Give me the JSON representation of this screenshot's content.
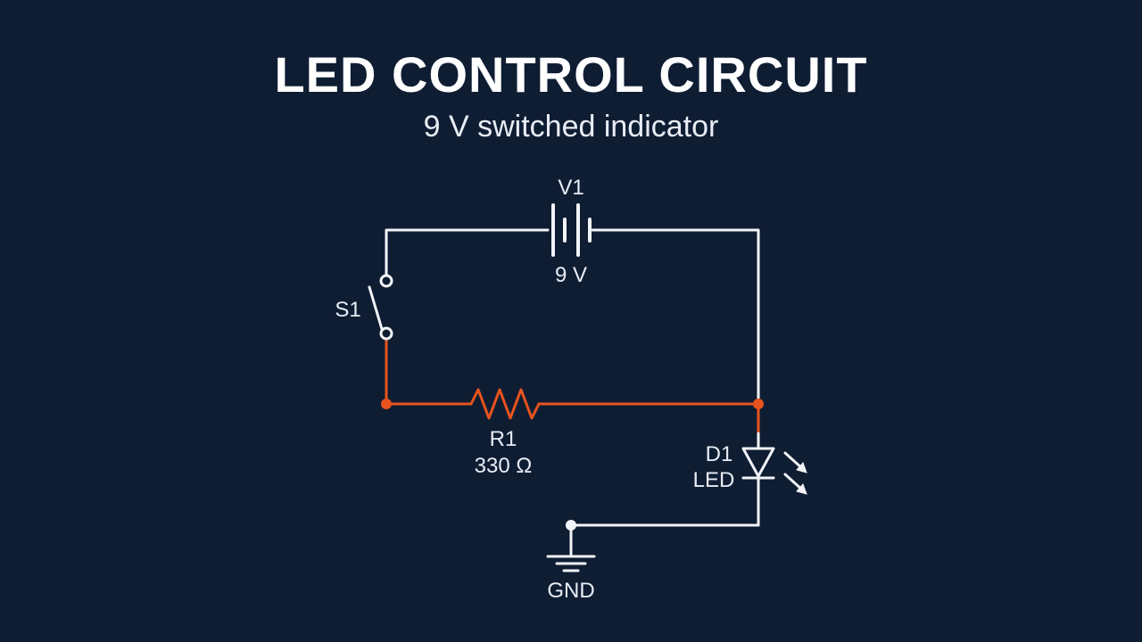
{
  "title": "LED CONTROL CIRCUIT",
  "subtitle": "9 V switched indicator",
  "colors": {
    "background": "#0f1d33",
    "wire": "#f2f4f8",
    "active_wire": "#e8531e",
    "text": "#e8edf5"
  },
  "components": {
    "battery": {
      "ref": "V1",
      "value": "9 V"
    },
    "switch": {
      "ref": "S1"
    },
    "resistor": {
      "ref": "R1",
      "value": "330 Ω"
    },
    "led": {
      "ref": "D1",
      "value": "LED"
    },
    "ground": {
      "label": "GND"
    }
  }
}
